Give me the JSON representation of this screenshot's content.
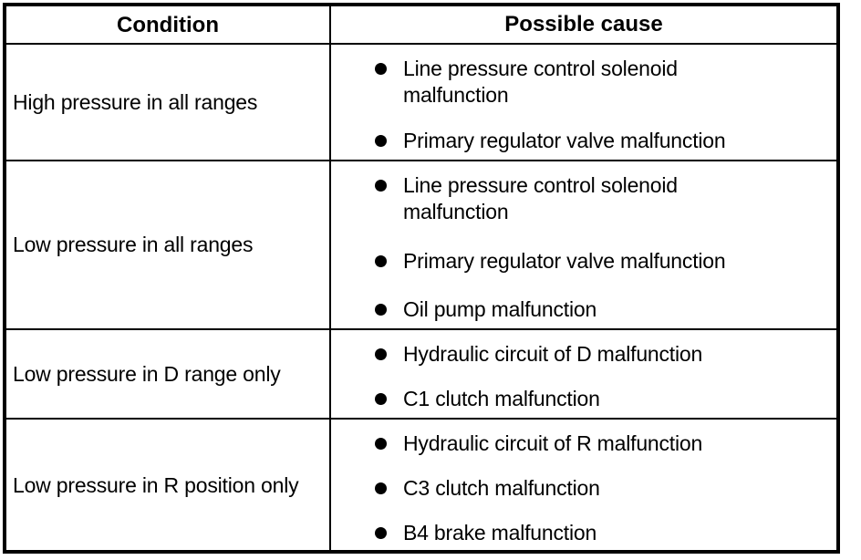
{
  "table": {
    "headers": {
      "condition": "Condition",
      "possible_cause": "Possible cause"
    },
    "rows": [
      {
        "condition": "High pressure in all ranges",
        "causes": [
          "Line pressure control solenoid malfunction",
          "Primary regulator valve malfunction"
        ]
      },
      {
        "condition": "Low pressure in all ranges",
        "causes": [
          "Line pressure control solenoid malfunction",
          "Primary regulator valve malfunction",
          "Oil pump malfunction"
        ]
      },
      {
        "condition": "Low pressure in D range only",
        "causes": [
          "Hydraulic circuit of D malfunction",
          "C1 clutch malfunction"
        ]
      },
      {
        "condition": "Low pressure in R position only",
        "causes": [
          "Hydraulic circuit of R malfunction",
          "C3 clutch malfunction",
          "B4 brake malfunction"
        ]
      }
    ],
    "icons": {
      "bullet": "filled-circle"
    },
    "colors": {
      "border": "#000000",
      "text": "#000000",
      "background": "#ffffff"
    }
  }
}
